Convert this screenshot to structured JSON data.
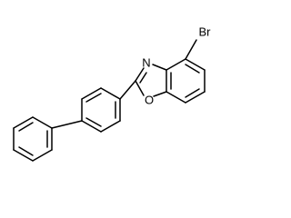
{
  "structure": {
    "atoms": {
      "bromine": "Br",
      "nitrogen": "N",
      "oxygen": "O"
    }
  }
}
